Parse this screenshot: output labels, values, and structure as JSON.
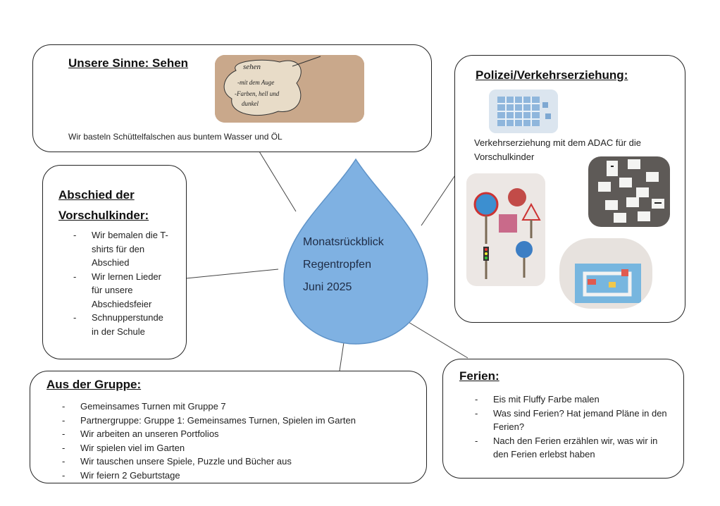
{
  "center": {
    "line1": "Monatsrückblick",
    "line2": "Regentropfen",
    "line3": "Juni 2025"
  },
  "sinne": {
    "title": "Unsere Sinne: Sehen",
    "text": "Wir basteln Schüttelfalschen aus buntem Wasser und ÖL",
    "photo": {
      "word": "sehen",
      "line1": "-mit dem Auge",
      "line2": "-Farben, hell und",
      "line3": "dunkel"
    }
  },
  "abschied": {
    "title_line1": "Abschied der",
    "title_line2": "Vorschulkinder:",
    "items": [
      "Wir bemalen die T-shirts für den Abschied",
      "Wir lernen Lieder für unsere Abschiedsfeier",
      "Schnupperstunde in der Schule"
    ]
  },
  "polizei": {
    "title": "Polizei/Verkehrserziehung:",
    "text": "Verkehrserziehung mit dem ADAC für die Vorschulkinder"
  },
  "gruppe": {
    "title": "Aus der Gruppe:",
    "items": [
      "Gemeinsames Turnen mit Gruppe 7",
      "Partnergruppe: Gruppe 1: Gemeinsames Turnen, Spielen im Garten",
      "Wir arbeiten an unseren Portfolios",
      "Wir spielen viel im Garten",
      "Wir tauschen unsere Spiele, Puzzle und Bücher aus",
      "Wir feiern 2 Geburtstage"
    ]
  },
  "ferien": {
    "title": "Ferien:",
    "items": [
      "Eis mit Fluffy Farbe malen",
      "Was sind Ferien? Hat jemand Pläne in den Ferien?",
      "Nach den Ferien erzählen wir, was wir in den Ferien erlebst haben"
    ]
  },
  "colors": {
    "drop": "#7fb1e2",
    "drop_stroke": "#5f93c8",
    "border": "#222222"
  }
}
